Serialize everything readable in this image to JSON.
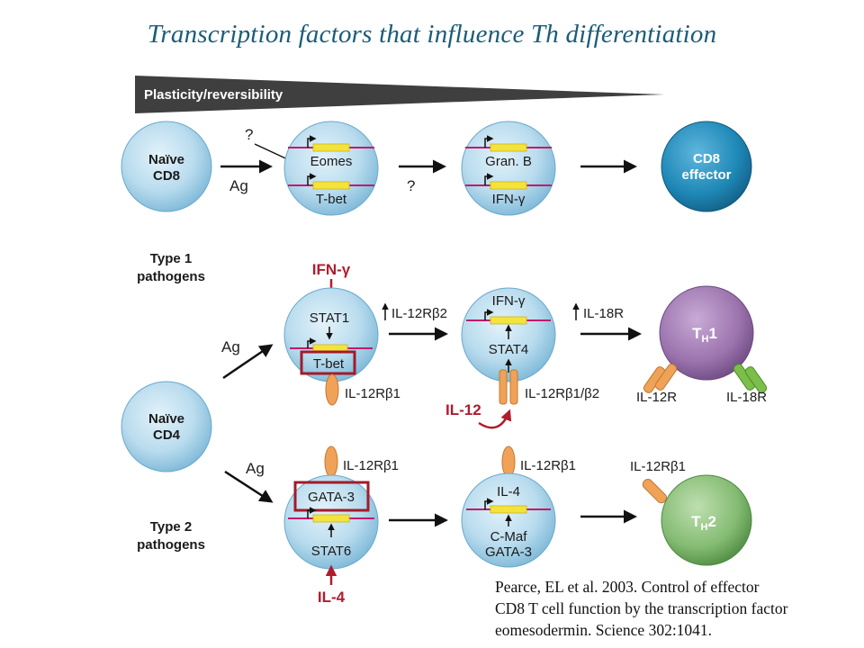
{
  "title": "Transcription factors that influence Th differentiation",
  "plasticity_label": "Plasticity/reversibility",
  "colors": {
    "title": "#1a5c7a",
    "cell_light": "#a9d3e8",
    "cell_dark": "#1e88b6",
    "th1": "#9b73ad",
    "th2": "#7cb46b",
    "gene_bar": "#f3e33c",
    "dna_line": "#c41a6b",
    "accent_red": "#b01c2e",
    "receptor_orange": "#f0a259",
    "receptor_green": "#7bbf4a"
  },
  "cd8_row": {
    "naive_line1": "Naïve",
    "naive_line2": "CD8",
    "ag": "Ag",
    "q1": "?",
    "q2": "?",
    "eomes": "Eomes",
    "tbet": "T-bet",
    "granb": "Gran. B",
    "ifng": "IFN-γ",
    "effector_line1": "CD8",
    "effector_line2": "effector"
  },
  "type1": {
    "label_line1": "Type 1",
    "label_line2": "pathogens",
    "ifng_in": "IFN-γ",
    "stat1": "STAT1",
    "tbet": "T-bet",
    "il12rb1": "IL-12Rβ1",
    "up_il12rb2": "IL-12Rβ2",
    "ifng": "IFN-γ",
    "stat4": "STAT4",
    "il12rb1b2": "IL-12Rβ1/β2",
    "il12": "IL-12",
    "up_il18r": "IL-18R",
    "th1_main": "T",
    "th1_sub": "H",
    "th1_num": "1",
    "il12r": "IL-12R",
    "il18r": "IL-18R"
  },
  "cd4": {
    "naive_line1": "Naïve",
    "naive_line2": "CD4",
    "ag_top": "Ag",
    "ag_bottom": "Ag"
  },
  "type2": {
    "label_line1": "Type 2",
    "label_line2": "pathogens",
    "il12rb1_a": "IL-12Rβ1",
    "gata3": "GATA-3",
    "stat6": "STAT6",
    "il4_in": "IL-4",
    "il12rb1_b": "IL-12Rβ1",
    "il4": "IL-4",
    "cmaf": "C-Maf",
    "gata3_b": "GATA-3",
    "il12rb1_c": "IL-12Rβ1",
    "th2_main": "T",
    "th2_sub": "H",
    "th2_num": "2"
  },
  "citation": {
    "line1": "Pearce, EL et al.  2003.  Control of effector",
    "line2": "CD8 T cell function by the transcription factor",
    "line3": "eomesodermin.  Science 302:1041."
  }
}
